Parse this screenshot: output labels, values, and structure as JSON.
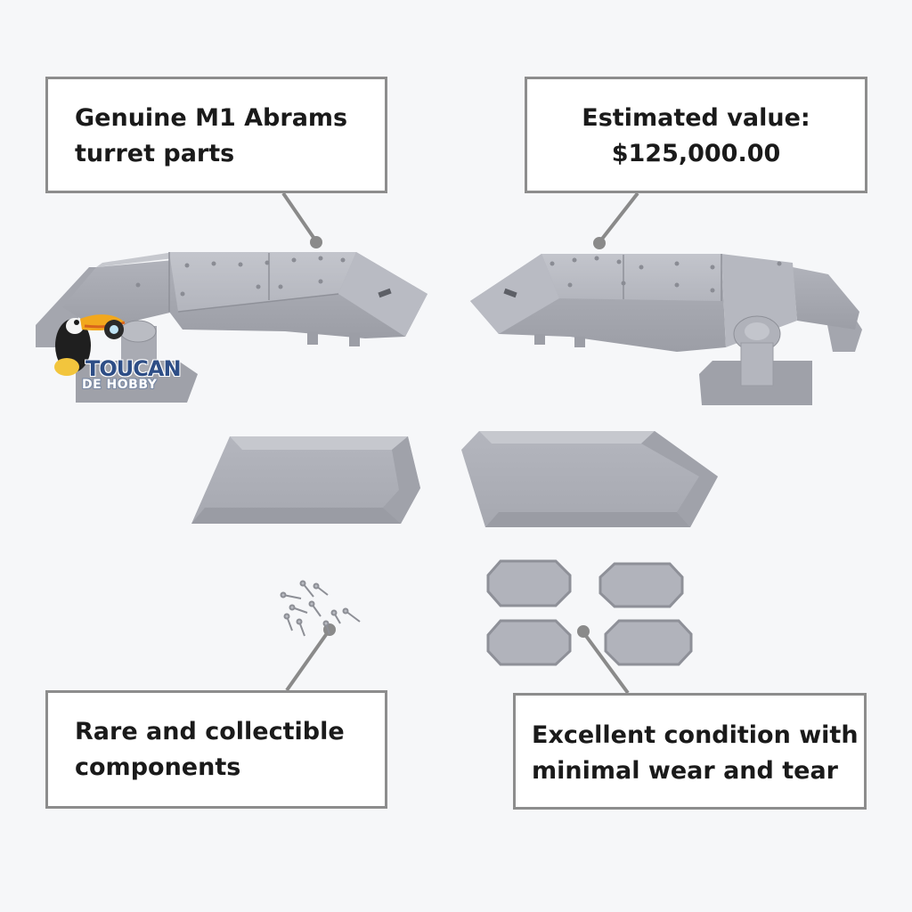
{
  "callouts": {
    "top_left": {
      "line1": "Genuine M1 Abrams",
      "line2": "turret parts"
    },
    "top_right": {
      "line1": "Estimated value:",
      "line2": "$125,000.00"
    },
    "bottom_left": {
      "line1": "Rare and collectible",
      "line2": "components"
    },
    "bottom_right": {
      "line1": "Excellent condition with",
      "line2": "minimal wear and tear"
    }
  },
  "logo": {
    "line1": "TOUCAN",
    "line2": "DE HOBBY"
  },
  "colors": {
    "background": "#f6f7f9",
    "part_gray": "#a9abb3",
    "callout_border": "#8d8d8d",
    "leader_line": "#8a8a8a",
    "text": "#1a1a1a"
  }
}
